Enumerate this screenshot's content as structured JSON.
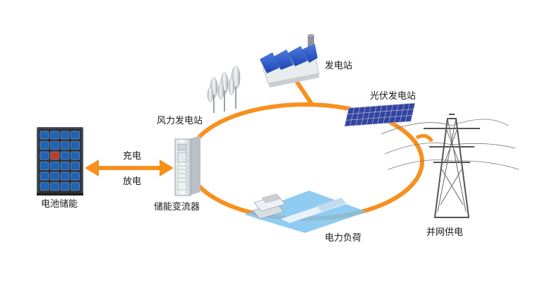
{
  "diagram": {
    "labels": {
      "power_plant": "发电站",
      "pv_station": "光伏发电站",
      "wind_station": "风力发电站",
      "charge": "充电",
      "discharge": "放电",
      "battery_storage": "电池储能",
      "pcs": "储能变流器",
      "load": "电力负荷",
      "grid": "并网供电"
    },
    "colors": {
      "ring": "#f7901e",
      "arrow": "#f7901e",
      "load_platform": "#7cc3f0",
      "battery_cabinet": "#4a5461",
      "battery_module": "#1f63b4",
      "pv_panel": "#3344a0",
      "power_plant_roof": "#2b55c9",
      "tower": "#555555"
    },
    "icons": [
      "battery-rack-icon",
      "pcs-cabinet-icon",
      "wind-turbine-icon",
      "power-plant-icon",
      "solar-panel-icon",
      "transmission-tower-icon",
      "load-building-icon",
      "double-arrow-icon"
    ]
  }
}
